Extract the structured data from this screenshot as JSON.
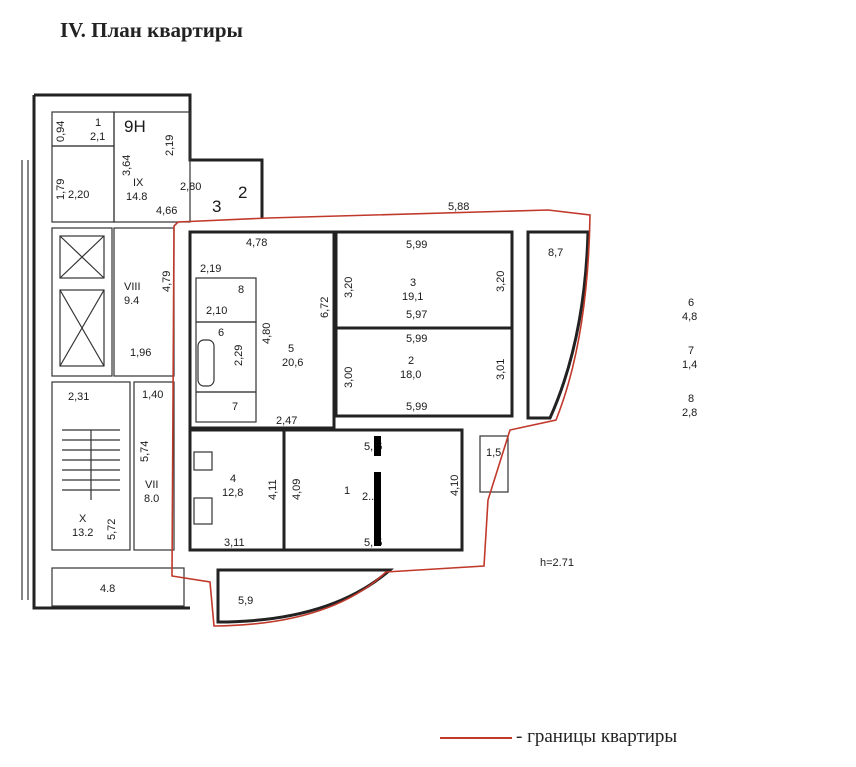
{
  "title": "IV. План квартиры",
  "legend": "- границы квартиры",
  "height_note": "h=2.71",
  "rooms": {
    "r1": {
      "num": "1",
      "area": "2,1"
    },
    "r9n": {
      "num": "9Н"
    },
    "r9": {
      "num": "IX",
      "area": "14.8"
    },
    "r8v": {
      "num": "VIII",
      "area": "9.4"
    },
    "r7v": {
      "num": "VII",
      "area": "8.0"
    },
    "r10": {
      "num": "X",
      "area": "13.2"
    },
    "r3": {
      "num": "3",
      "area": "19,1"
    },
    "r2": {
      "num": "2",
      "area": "18,0"
    },
    "r5": {
      "num": "5",
      "area": "20,6"
    },
    "r4": {
      "num": "4",
      "area": "12,8"
    },
    "r1b": {
      "num": "1",
      "area": "2..4"
    },
    "r8": {
      "num": "8"
    },
    "r6": {
      "num": "6"
    },
    "r7": {
      "num": "7"
    }
  },
  "marks": {
    "m2": "2",
    "m3": "3"
  },
  "side_list": [
    {
      "num": "6",
      "area": "4,8"
    },
    {
      "num": "7",
      "area": "1,4"
    },
    {
      "num": "8",
      "area": "2,8"
    }
  ],
  "dims": {
    "d094": "0,94",
    "d219a": "2,19",
    "d364": "3,64",
    "d179": "1,79",
    "d220": "2,20",
    "d280": "2,80",
    "d466": "4,66",
    "d588": "5,88",
    "d478": "4,78",
    "d479": "4,79",
    "d219b": "2,19",
    "d210": "2,10",
    "d229": "2,29",
    "d480": "4,80",
    "d672": "6,72",
    "d196": "1,96",
    "d140": "1,40",
    "d247": "2,47",
    "d231": "2,31",
    "d574": "5,74",
    "d572": "5,72",
    "d48": "4.8",
    "d599a": "5,99",
    "d320a": "3,20",
    "d320b": "3,20",
    "d597": "5,97",
    "d599b": "5,99",
    "d300": "3,00",
    "d301": "3,01",
    "d599c": "5,99",
    "d87": "8,7",
    "d15": "1,5",
    "d5x6": "5,.6",
    "d411": "4,11",
    "d409": "4,09",
    "d410": "4,10",
    "d311": "3,11",
    "d5x5": "5,.5",
    "d59": "5,9"
  }
}
